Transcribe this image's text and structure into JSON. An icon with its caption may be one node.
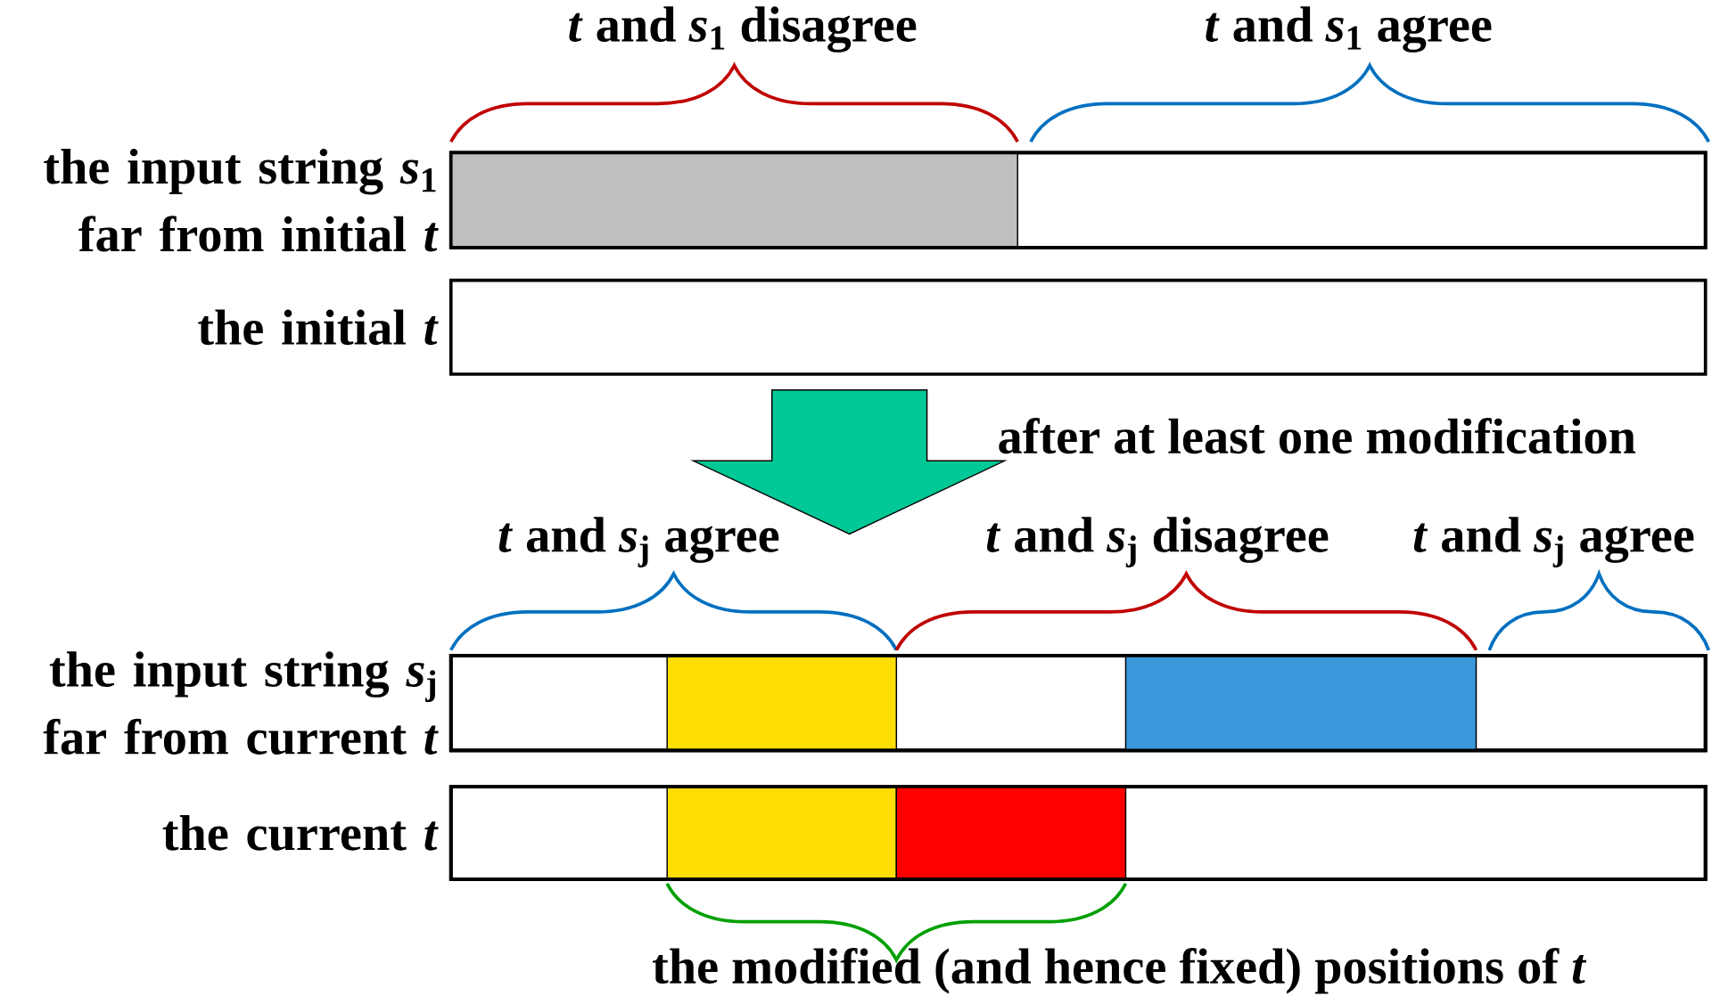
{
  "diagram": {
    "nodes": [
      {
        "text": [],
        "shape": "bar",
        "beside": [
          "the input string *s*$_{1}$ far from initial *t*"
        ]
      },
      {
        "text": [],
        "shape": "box",
        "in": 0
      },
      {
        "text": [],
        "shape": "bar",
        "beside": [
          "the initial *t*"
        ]
      },
      {
        "text": [],
        "shape": "bar",
        "beside": [
          "the input string *s*$_{j}$ far from current *t*"
        ]
      },
      {
        "text": [],
        "shape": "box",
        "in": 3
      },
      {
        "text": [],
        "shape": "box",
        "in": 3
      },
      {
        "text": [],
        "shape": "bar",
        "beside": [
          "the current *t*"
        ]
      },
      {
        "text": [],
        "shape": "box",
        "in": 6
      },
      {
        "text": [],
        "shape": "box",
        "in": 6
      }
    ],
    "edges": [
      {
        "from": 2,
        "to": 3,
        "arrow": "to",
        "label": "after at least one modification"
      }
    ],
    "labels": [
      "*t* and *s*$_{1}$ disagree",
      "*t* and *s*$_{1}$ agree",
      "*t* and *s*$_{j}$ agree",
      "*t* and *s*$_{j}$ disagree",
      "*t* and *s*$_{j}$ agree",
      "the modified (and hence fixed) positions of *t*"
    ]
  }
}
